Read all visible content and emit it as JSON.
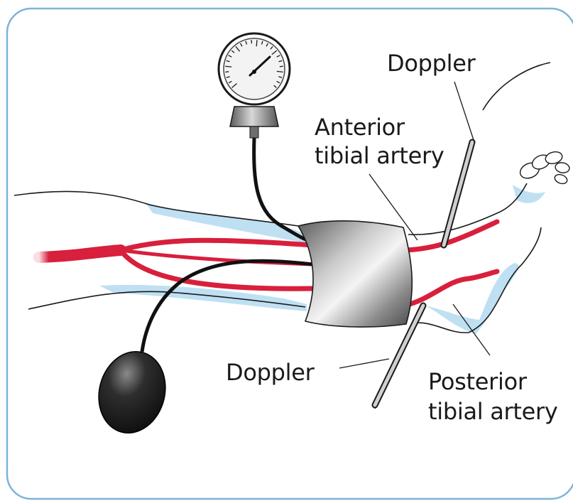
{
  "labels": {
    "doppler_top": "Doppler",
    "anterior_line1": "Anterior",
    "anterior_line2": "tibial artery",
    "doppler_bottom": "Doppler",
    "posterior_line1": "Posterior",
    "posterior_line2": "tibial artery"
  },
  "colors": {
    "artery": "#d81f3c",
    "vein_shading": "#bfe0f3",
    "frame": "#7fb3d5",
    "outline": "#1a1a1a"
  },
  "icons": [
    "sphygmomanometer-gauge-icon",
    "blood-pressure-cuff",
    "inflation-bulb",
    "doppler-probe"
  ]
}
